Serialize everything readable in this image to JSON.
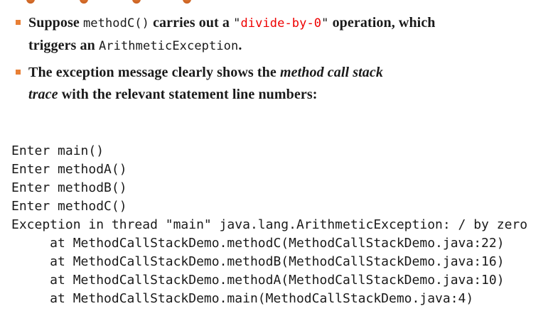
{
  "slide": {
    "background_color": "#ffffff",
    "text_color": "#1a1a1a",
    "bullet_marker_color": "#e87f35",
    "code_highlight_color": "#ee0000",
    "clipped_title_color": "#d2691e"
  },
  "bullets": [
    {
      "lines": [
        {
          "segments": {
            "s0": "Suppose ",
            "s1": "methodC()",
            "s2": " carries out a ",
            "s3": "\"",
            "s4": "divide-by-0",
            "s5": "\"",
            "s6": " operation, which"
          }
        },
        {
          "segments": {
            "s0": "triggers an ",
            "s1": "ArithmeticException",
            "s2": "."
          }
        }
      ]
    },
    {
      "lines": [
        {
          "segments": {
            "s0": "The exception message clearly shows the ",
            "s1": "method call stack"
          }
        },
        {
          "segments": {
            "s0": "trace",
            "s1": " with the relevant statement line numbers:"
          }
        }
      ]
    }
  ],
  "console": {
    "lines": [
      "Enter main()",
      "Enter methodA()",
      "Enter methodB()",
      "Enter methodC()",
      "Exception in thread \"main\" java.lang.ArithmeticException: / by zero",
      "     at MethodCallStackDemo.methodC(MethodCallStackDemo.java:22)",
      "     at MethodCallStackDemo.methodB(MethodCallStackDemo.java:16)",
      "     at MethodCallStackDemo.methodA(MethodCallStackDemo.java:10)",
      "     at MethodCallStackDemo.main(MethodCallStackDemo.java:4)"
    ]
  }
}
